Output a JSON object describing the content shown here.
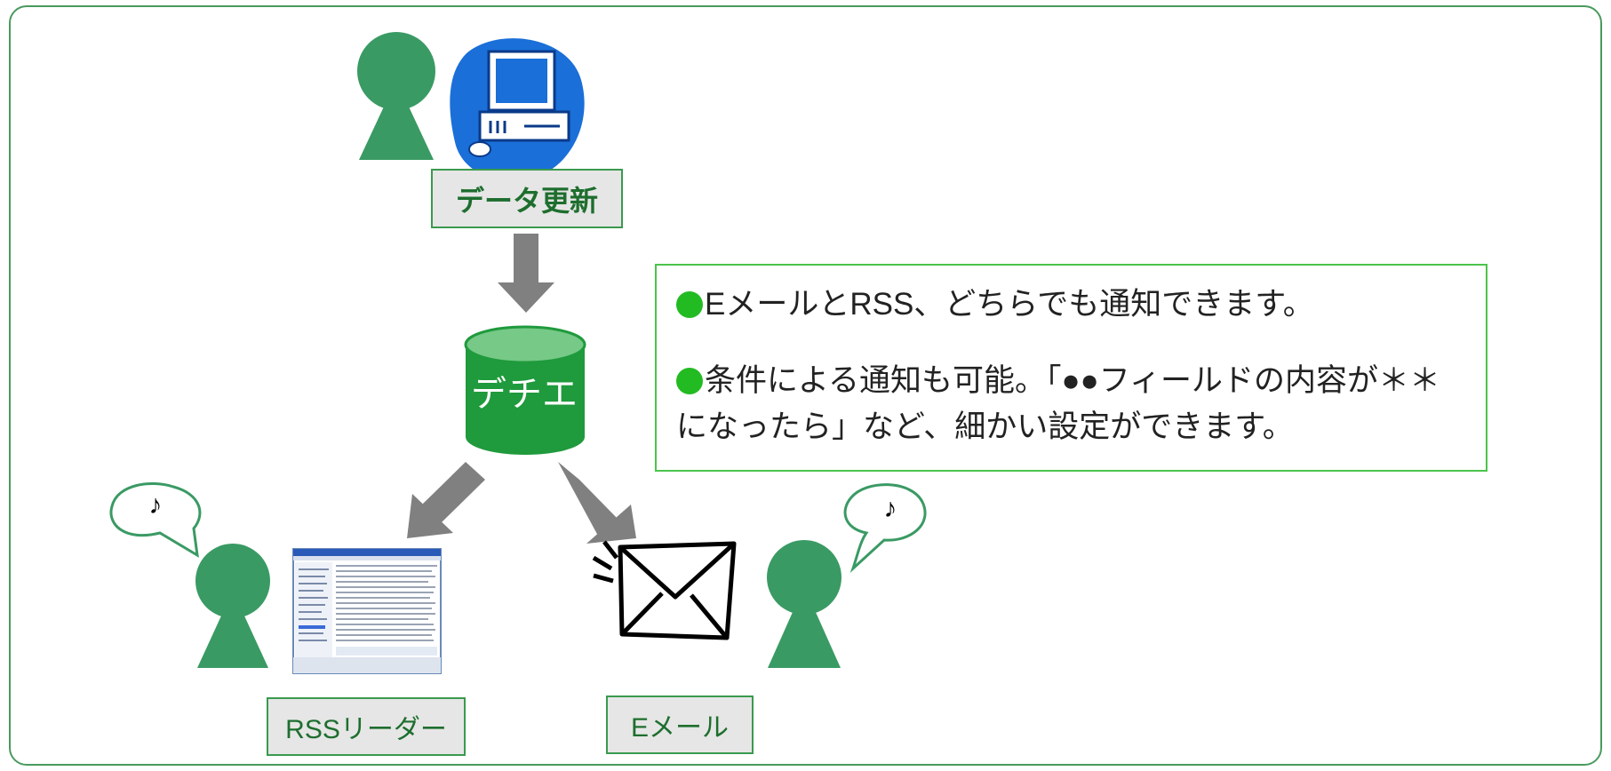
{
  "nodes": {
    "data_update": "データ更新",
    "database": "デチエ",
    "rss_reader": "RSSリーダー",
    "email": "Eメール"
  },
  "note": {
    "line1": "EメールとRSS、どちらでも通知できます。",
    "line2": "条件による通知も可能。「●●フィールドの内容が＊＊になったら」など、細かい設定ができます。"
  },
  "music_note": "♪",
  "colors": {
    "person": "#3a9a64",
    "database": "#1f9a3c",
    "database_top": "#76c987",
    "arrow": "#808080",
    "frame": "#4a9a5e",
    "note_border": "#4cc44c",
    "bullet": "#22bb22",
    "label_bg": "#e6e6e6",
    "label_text": "#1e6e2e",
    "computer_blob": "#1a6fd8"
  },
  "icons": [
    "person-icon",
    "computer-icon",
    "database-icon",
    "rss-reader-screenshot",
    "envelope-icon",
    "speech-bubble-icon"
  ]
}
